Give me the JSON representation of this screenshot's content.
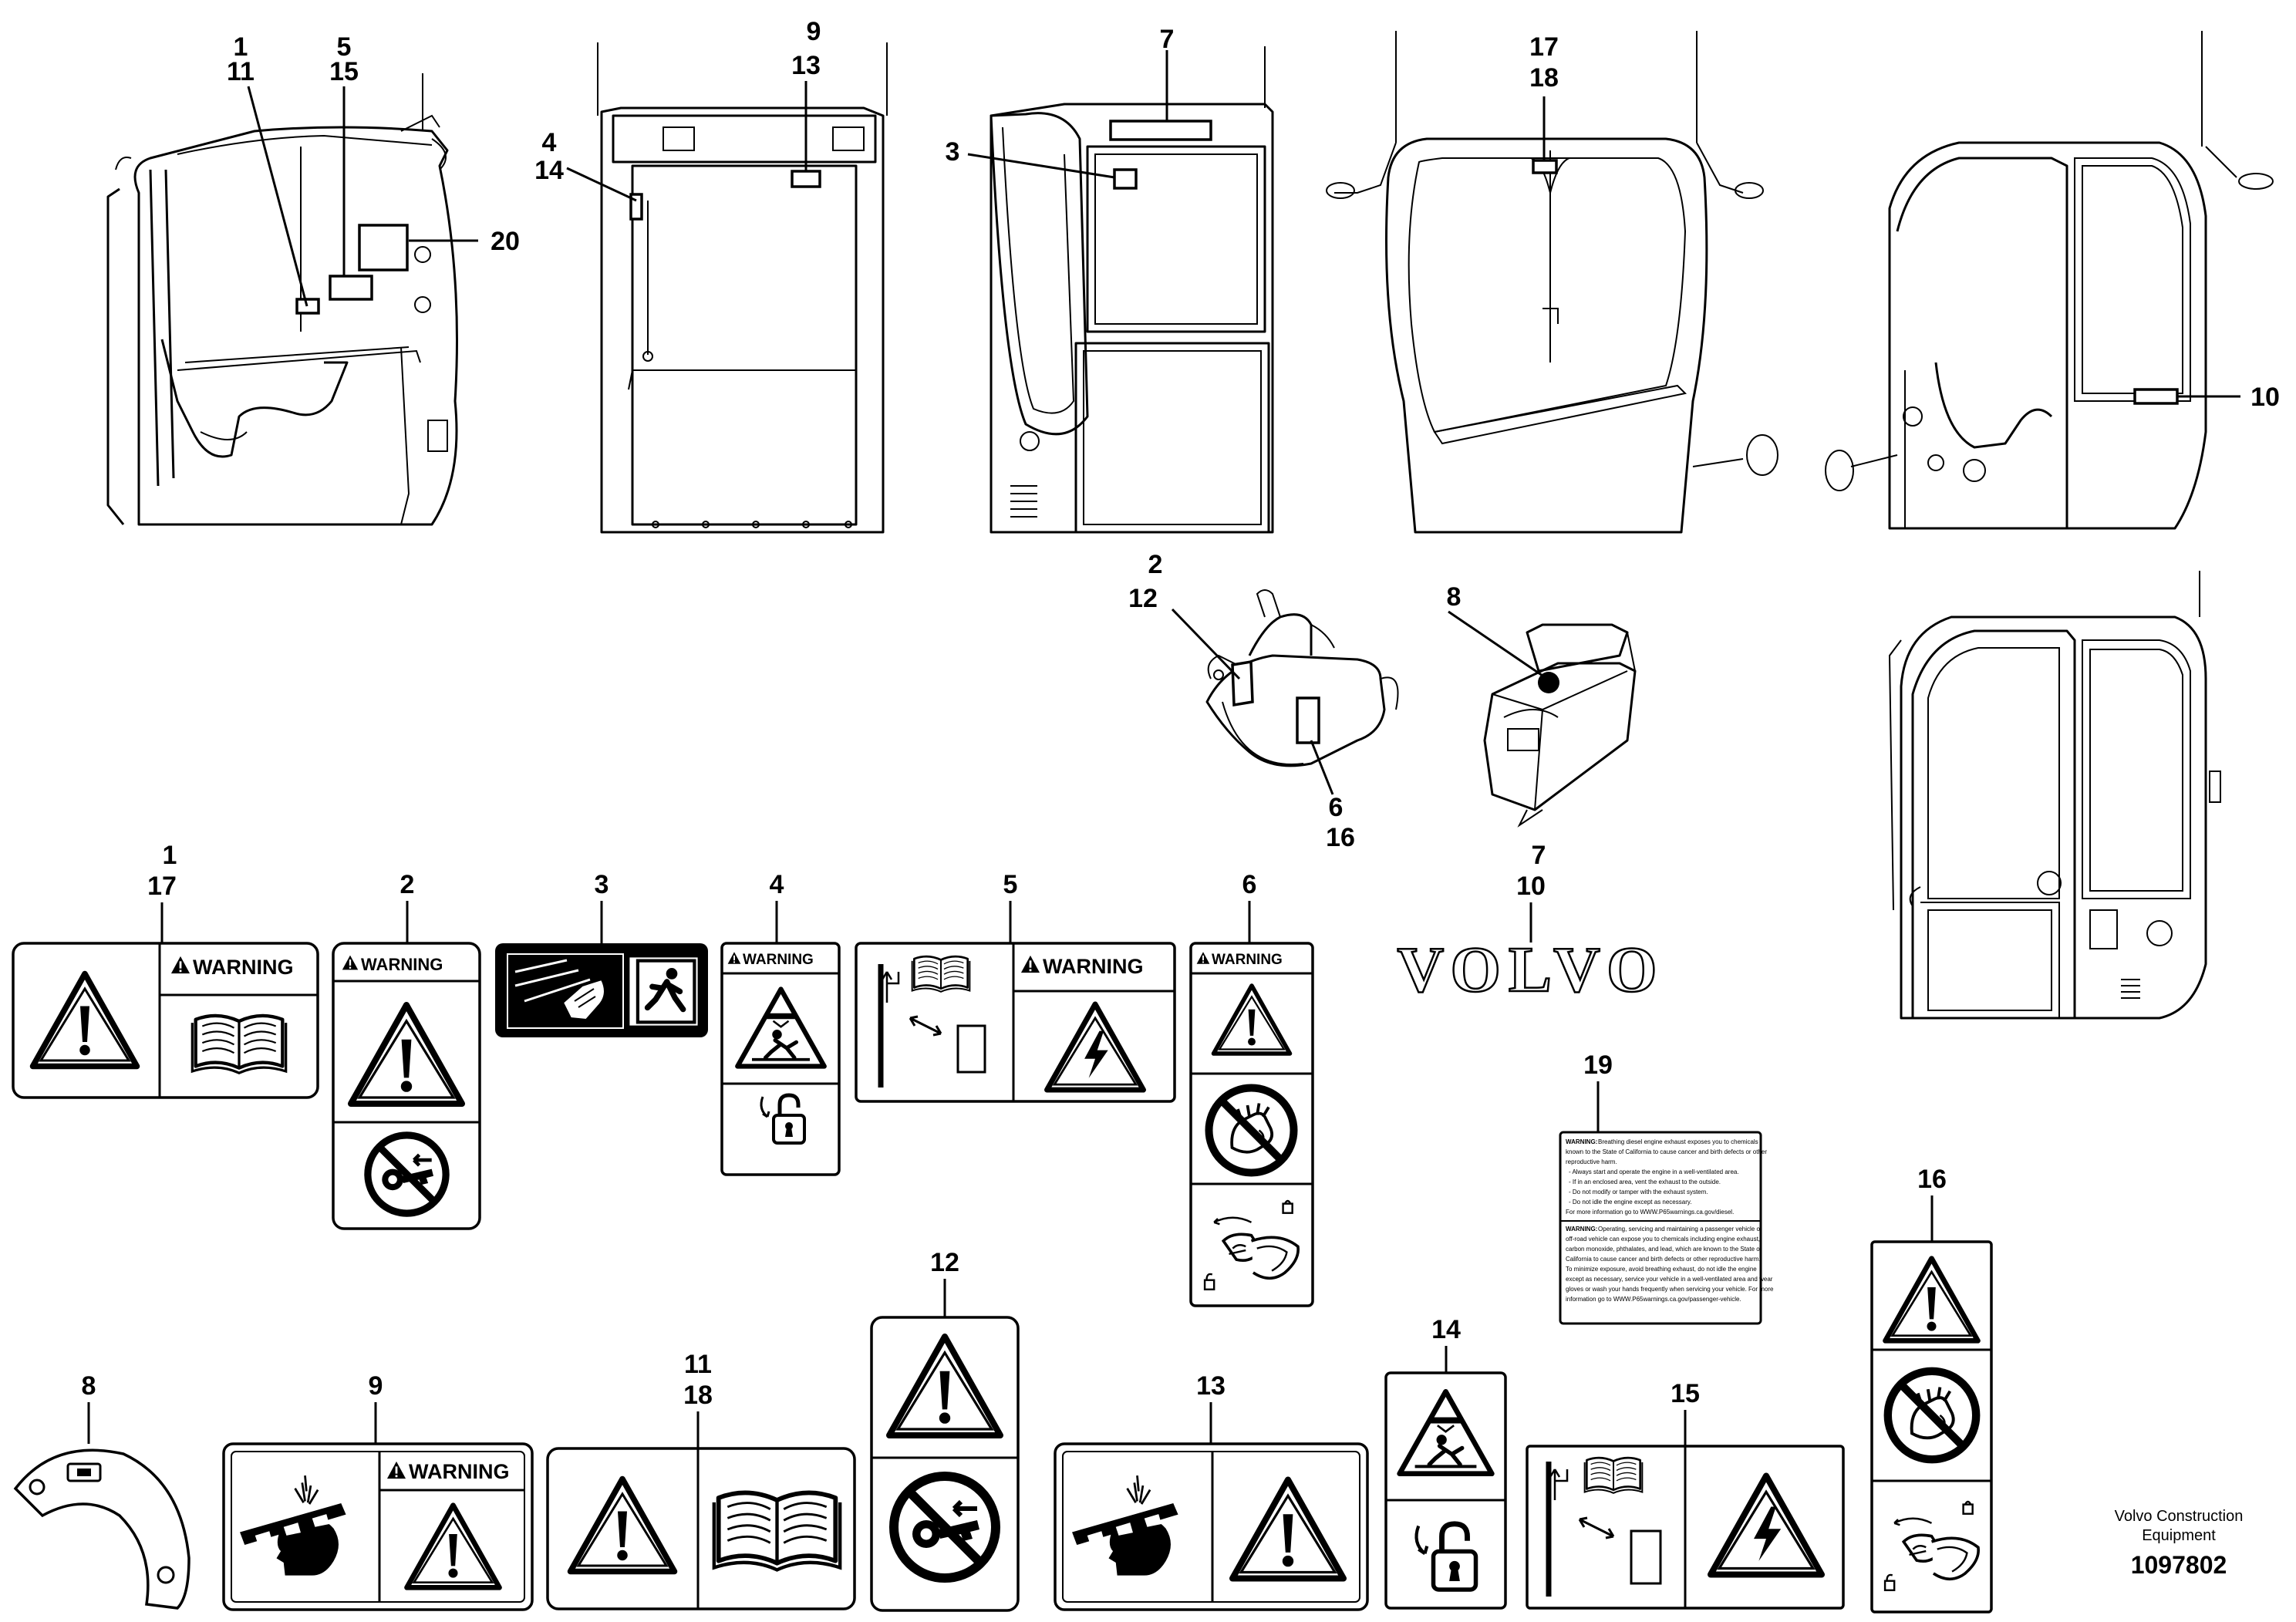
{
  "callouts": {
    "c1": "1",
    "c11": "11",
    "c5": "5",
    "c15": "15",
    "c20": "20",
    "c4": "4",
    "c14": "14",
    "c9": "9",
    "c13": "13",
    "c7": "7",
    "c3": "3",
    "c17": "17",
    "c18": "18",
    "c10": "10",
    "c2": "2",
    "c12": "12",
    "c6": "6",
    "c16": "16",
    "c8": "8"
  },
  "decal_labels": {
    "d1a": "1",
    "d1b": "17",
    "d2": "2",
    "d3": "3",
    "d4": "4",
    "d5": "5",
    "d6": "6",
    "d7a": "7",
    "d7b": "10",
    "d19": "19",
    "d16": "16",
    "d8": "8",
    "d9": "9",
    "d11a": "11",
    "d11b": "18",
    "d12": "12",
    "d13": "13",
    "d14": "14",
    "d15": "15"
  },
  "warning_text": "WARNING",
  "volvo_logo_text": "VOLVO",
  "prop65": {
    "p1_heading": "WARNING:",
    "p1_lines": [
      "Breathing diesel engine exhaust exposes you to chemicals",
      "known to the State of California to cause cancer and birth defects or other",
      "reproductive harm.",
      "- Always start and operate the engine in a well-ventilated area.",
      "- If in an enclosed area, vent the exhaust to the outside.",
      "- Do not modify or tamper with the exhaust system.",
      "- Do not idle the engine except as necessary.",
      "For more information go to WWW.P65warnings.ca.gov/diesel."
    ],
    "p2_heading": "WARNING:",
    "p2_lines": [
      "Operating, servicing and maintaining a passenger vehicle or",
      "off-road vehicle can expose you to chemicals including engine exhaust,",
      "carbon monoxide, phthalates, and lead, which are known to the State of",
      "California to cause cancer and birth defects or other reproductive harm.",
      "To minimize exposure, avoid breathing exhaust, do not idle the engine",
      "except as necessary, service your vehicle in a well-ventilated area and wear",
      "gloves or wash your hands frequently when servicing your vehicle. For more",
      "information go to WWW.P65warnings.ca.gov/passenger-vehicle."
    ]
  },
  "footer": {
    "company_line1": "Volvo Construction",
    "company_line2": "Equipment",
    "part_number": "1097802"
  },
  "icons": [
    "warning-triangle-icon",
    "read-manual-icon",
    "no-key-icon",
    "emergency-exit-icon",
    "crush-hazard-icon",
    "lock-icon",
    "electric-shock-icon",
    "no-hand-icon",
    "head-impact-icon",
    "cab-door-lock-icon"
  ]
}
